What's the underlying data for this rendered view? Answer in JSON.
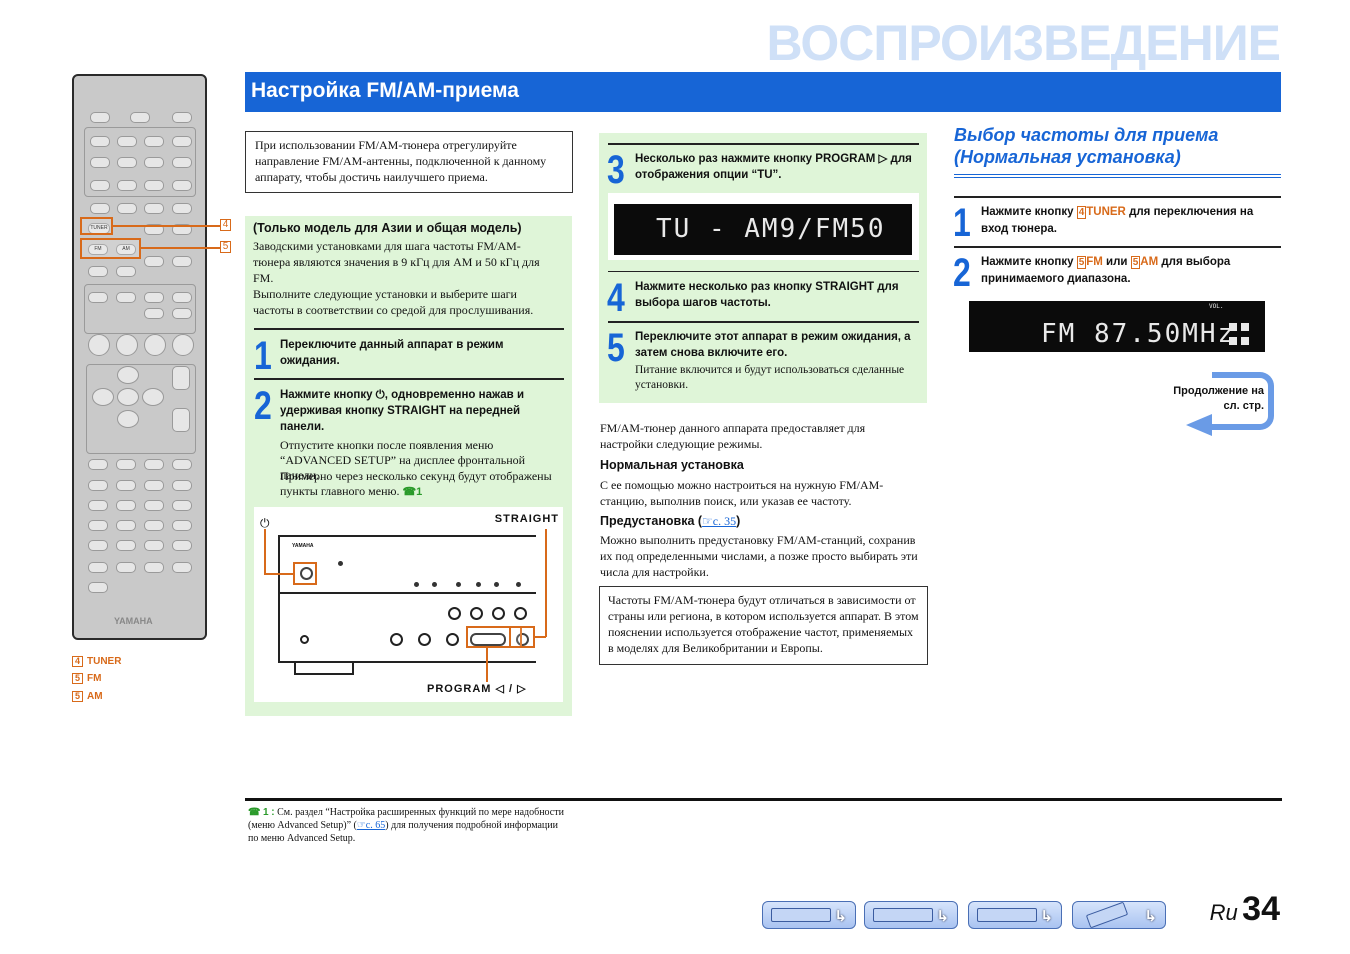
{
  "header": {
    "chapter": "ВОСПРОИЗВЕДЕНИЕ",
    "section": "Настройка FM/AM-приема"
  },
  "remote": {
    "brand": "YAMAHA",
    "buttons": {
      "tuner": "TUNER",
      "fm": "FM",
      "am": "AM"
    },
    "callouts": [
      "4",
      "5"
    ]
  },
  "legend": [
    {
      "num": "4",
      "label": "TUNER"
    },
    {
      "num": "5",
      "label": "FM"
    },
    {
      "num": "5",
      "label": "AM"
    }
  ],
  "intro": "При использовании FM/AM-тюнера отрегулируйте направление FM/AM-антенны, подключенной к данному аппарату, чтобы достичь наилучшего приема.",
  "asia": {
    "heading": "(Только модель для Азии и общая модель)",
    "p1": "Заводскими установками для шага частоты FM/AM-тюнера являются значения в 9 кГц для AM и 50 кГц для FM.",
    "p2": "Выполните следующие установки и выберите шаги частоты в соответствии со средой для прослушивания.",
    "steps": [
      {
        "num": "1",
        "text": "Переключите данный аппарат в режим ожидания."
      },
      {
        "num": "2",
        "text": "Нажмите кнопку ⏻, одновременно нажав и удерживая кнопку STRAIGHT на передней панели.",
        "sub1": "Отпустите кнопки после появления меню “ADVANCED SETUP” на дисплее фронтальной панели.",
        "sub2": "Примерно через несколько секунд будут отображены пункты главного меню.",
        "note": "1"
      },
      {
        "num": "3",
        "text": "Несколько раз нажмите кнопку PROGRAM ▷ для отображения опции “TU”."
      },
      {
        "num": "4",
        "text": "Нажмите несколько раз кнопку STRAIGHT для выбора шагов частоты."
      },
      {
        "num": "5",
        "text": "Переключите этот аппарат в режим ожидания, а затем снова включите его.",
        "sub": "Питание включится и будут использоваться сделанные установки."
      }
    ],
    "figure": {
      "power_label": "⏻",
      "straight_label": "STRAIGHT",
      "program_label": "PROGRAM ◁ / ▷",
      "brand": "YAMAHA"
    },
    "lcd": "TU - AM9/FM50"
  },
  "modes": {
    "intro": "FM/AM-тюнер данного аппарата предоставляет для настройки следующие режимы.",
    "normal_head": "Нормальная установка",
    "normal_text": "С ее помощью можно настроиться на нужную FM/AM-станцию, выполнив поиск, или указав ее частоту.",
    "preset_head": "Предустановка (",
    "preset_link": "☞с. 35",
    "preset_close": ")",
    "preset_text": "Можно выполнить предустановку FM/AM-станций, сохранив их под определенными числами, а позже просто выбирать эти числа для настройки.",
    "box": "Частоты FM/AM-тюнера будут отличаться в зависимости от страны или региона, в котором используется аппарат. В этом пояснении используется отображение частот, применяемых в моделях для Великобритании и Европы."
  },
  "right": {
    "title_line1": "Выбор частоты для приема",
    "title_line2": "(Нормальная установка)",
    "step1_pre": "Нажмите кнопку ",
    "step1_num": "4",
    "step1_key": "TUNER",
    "step1_post": " для переключения на вход тюнера.",
    "step2_pre": "Нажмите кнопку ",
    "step2_num1": "5",
    "step2_key1": "FM",
    "step2_mid": " или ",
    "step2_num2": "5",
    "step2_key2": "AM",
    "step2_post": " для выбора принимаемого диапазона.",
    "lcd": "FM 87.50MHz",
    "lcd_vol": "VOL.",
    "continue": "Продолжение на сл. стр."
  },
  "footnote": {
    "mark": "1 :",
    "text_pre": "См. раздел “Настройка расширенных функций по мере надобности (меню Advanced Setup)” (",
    "link": "☞с. 65",
    "text_post": ") для получения подробной информации по меню Advanced Setup."
  },
  "footer": {
    "lang": "Ru",
    "page": "34",
    "nav": [
      "nav-1",
      "nav-2",
      "nav-3",
      "nav-4"
    ]
  },
  "colors": {
    "accent": "#1765d6",
    "orange": "#d86a1a",
    "green_bg": "#dff5d8"
  }
}
